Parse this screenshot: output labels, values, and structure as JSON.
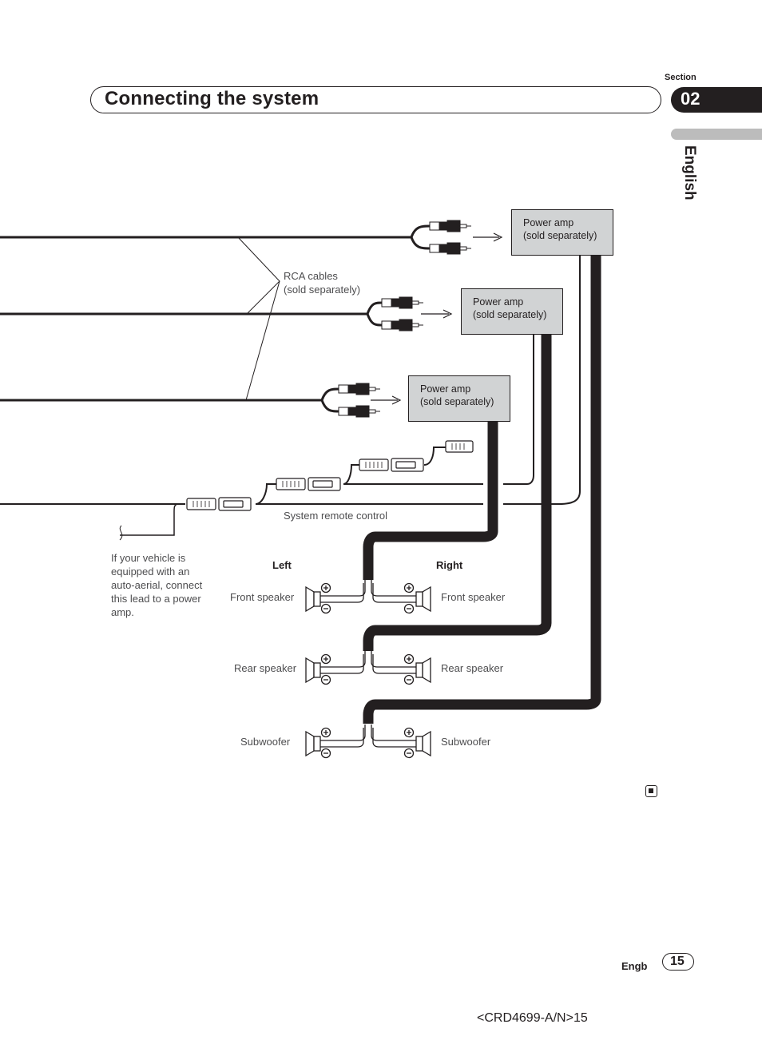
{
  "header": {
    "title": "Connecting the system"
  },
  "section": {
    "label": "Section",
    "number": "02"
  },
  "language": {
    "label": "English"
  },
  "diagram": {
    "power_amp_1": [
      "Power amp",
      "(sold separately)"
    ],
    "power_amp_2": [
      "Power amp",
      "(sold separately)"
    ],
    "power_amp_3": [
      "Power amp",
      "(sold separately)"
    ],
    "rca_cables": [
      "RCA cables",
      "(sold separately)"
    ],
    "system_remote": "System remote control",
    "auto_aerial_note": "If your vehicle is equipped with an auto-aerial, connect this lead to a power amp.",
    "left_heading": "Left",
    "right_heading": "Right",
    "front_speaker_left": "Front speaker",
    "front_speaker_right": "Front speaker",
    "rear_speaker_left": "Rear speaker",
    "rear_speaker_right": "Rear speaker",
    "subwoofer_left": "Subwoofer",
    "subwoofer_right": "Subwoofer"
  },
  "footer": {
    "lang_code": "Engb",
    "page": "15",
    "doc_code": "<CRD4699-A/N>15"
  }
}
